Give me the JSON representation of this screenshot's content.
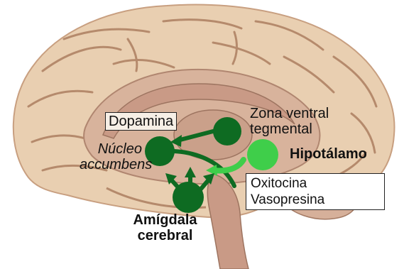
{
  "labels": {
    "dopamina": "Dopamina",
    "zona_line1": "Zona ventral",
    "zona_line2": "tegmental",
    "nucleo_line1": "Núcleo",
    "nucleo_line2": "accumbens",
    "hipotalamo": "Hipotálamo",
    "oxitocina": "Oxitocina",
    "vasopresina": "Vasopresina",
    "amigdala_line1": "Amígdala",
    "amigdala_line2": "cerebral"
  },
  "colors": {
    "brain_outer": "#e9cfb1",
    "brain_sulci": "#b58a6c",
    "brain_inner": "#d8b39c",
    "brainstem": "#c99a86",
    "dark_green": "#0e6b22",
    "light_green": "#3fce4a"
  }
}
